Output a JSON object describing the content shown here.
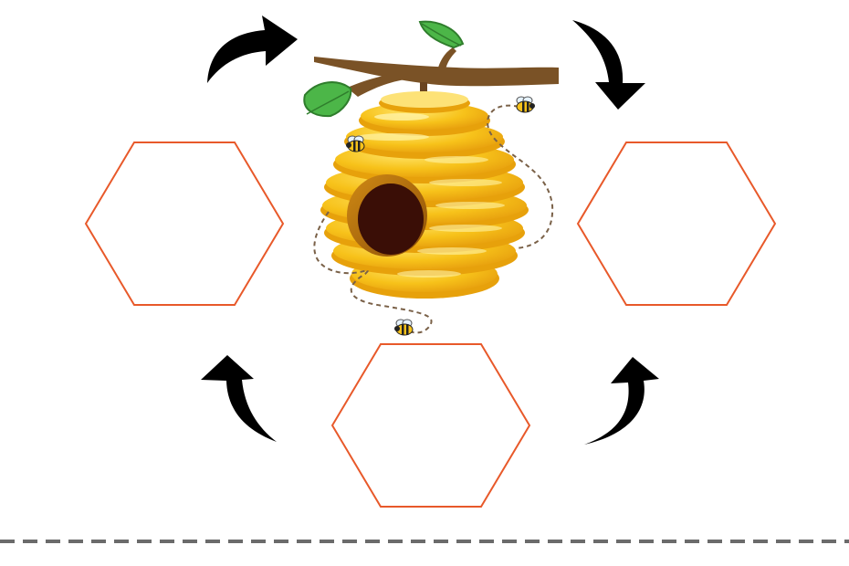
{
  "diagram": {
    "type": "cycle",
    "stages": [
      {
        "id": "left",
        "text": ""
      },
      {
        "id": "right",
        "text": ""
      },
      {
        "id": "bottom",
        "text": ""
      }
    ],
    "arrows": [
      {
        "from": "left",
        "to": "top",
        "direction": "clockwise",
        "icon": "curved-arrow-icon"
      },
      {
        "from": "top",
        "to": "right",
        "direction": "clockwise",
        "icon": "curved-arrow-icon"
      },
      {
        "from": "right",
        "to": "bottom",
        "direction": "clockwise",
        "icon": "curved-arrow-icon"
      },
      {
        "from": "bottom",
        "to": "left",
        "direction": "clockwise",
        "icon": "curved-arrow-icon"
      }
    ],
    "center_image": "beehive-illustration",
    "colors": {
      "hexagon_stroke": "#e8592a",
      "arrow_fill": "#000000",
      "hive_yellow": "#f7c21a",
      "hive_shade": "#e7a10b",
      "hive_highlight": "#fde277",
      "hive_hole": "#3a0e06",
      "hole_rim": "#b9710b",
      "branch": "#7a5226",
      "leaf": "#4cb648",
      "dashed_trail": "#7a6148",
      "cut_line": "#6b6b6b"
    }
  }
}
